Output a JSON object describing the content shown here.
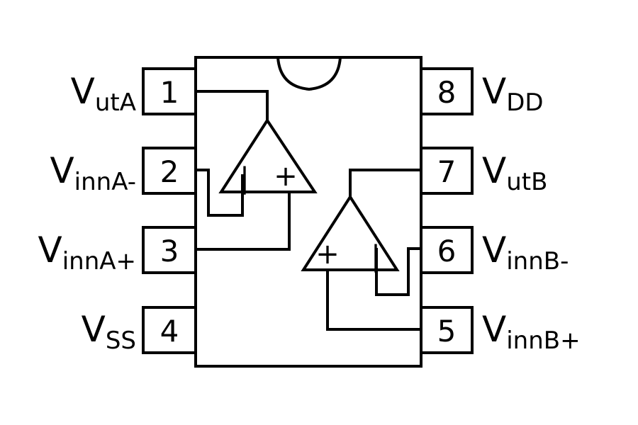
{
  "package": {
    "pins_left": [
      {
        "number": "1",
        "label_main": "V",
        "label_sub": "utA"
      },
      {
        "number": "2",
        "label_main": "V",
        "label_sub": "innA-"
      },
      {
        "number": "3",
        "label_main": "V",
        "label_sub": "innA+"
      },
      {
        "number": "4",
        "label_main": "V",
        "label_sub": "SS"
      }
    ],
    "pins_right": [
      {
        "number": "8",
        "label_main": "V",
        "label_sub": "DD"
      },
      {
        "number": "7",
        "label_main": "V",
        "label_sub": "utB"
      },
      {
        "number": "6",
        "label_main": "V",
        "label_sub": "innB-"
      },
      {
        "number": "5",
        "label_main": "V",
        "label_sub": "innB+"
      }
    ]
  },
  "opamp_a": {
    "inverting_symbol": "|",
    "noninverting_symbol": "+"
  },
  "opamp_b": {
    "inverting_symbol": "|",
    "noninverting_symbol": "+"
  }
}
